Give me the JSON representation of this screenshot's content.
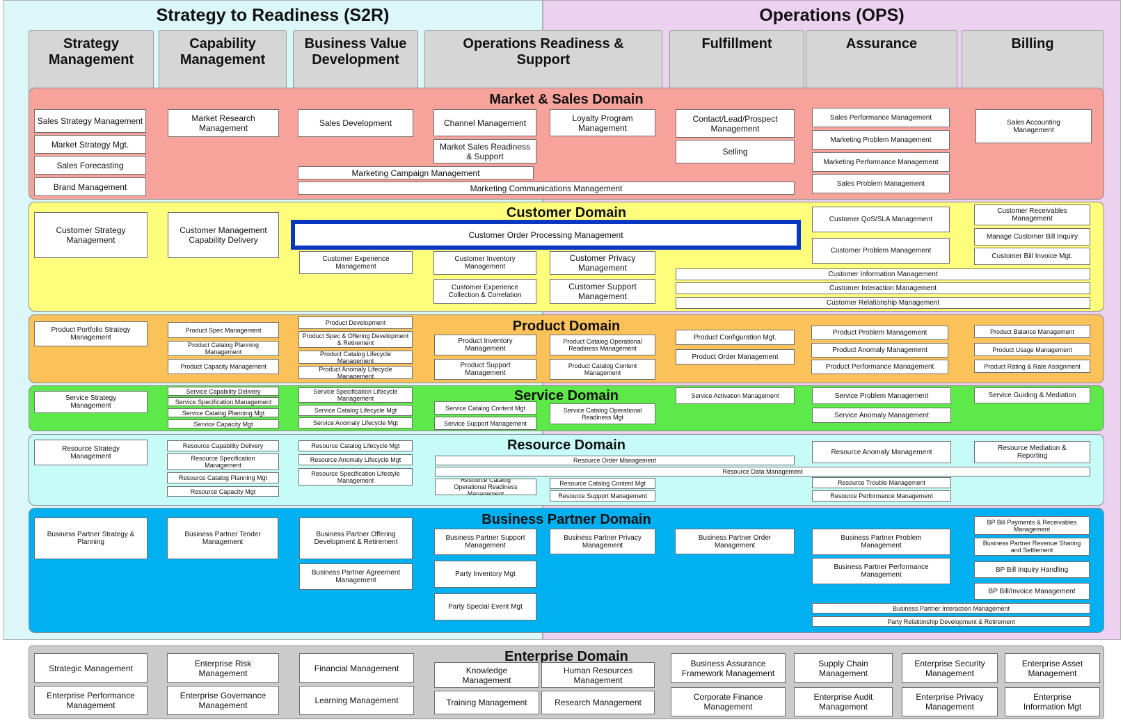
{
  "headers": {
    "s2r": "Strategy to Readiness (S2R)",
    "ops": "Operations (OPS)"
  },
  "columns": [
    "Strategy Management",
    "Capability Management",
    "Business Value Development",
    "Operations Readiness & Support",
    "Fulfillment",
    "Assurance",
    "Billing"
  ],
  "domains": [
    {
      "title": "Market & Sales Domain",
      "color": "#f7a39b"
    },
    {
      "title": "Customer Domain",
      "color": "#fefe7c"
    },
    {
      "title": "Product Domain",
      "color": "#fbc25a"
    },
    {
      "title": "Service Domain",
      "color": "#5ee94a"
    },
    {
      "title": "Resource Domain",
      "color": "#c6fbf8"
    },
    {
      "title": "Business Partner Domain",
      "color": "#00b0f0"
    },
    {
      "title": "Enterprise Domain",
      "color": "#cbcbcb"
    }
  ],
  "boxes": [
    "Sales Strategy Management",
    "Market Strategy Mgt.",
    "Sales Forecasting",
    "Brand Management",
    "Market Research Management",
    "Sales Development",
    "Channel Management",
    "Market Sales Readiness & Support",
    "Loyalty Program Management",
    "Marketing Campaign Management",
    "Marketing Communications Management",
    "Contact/Lead/Prospect Management",
    "Selling",
    "Sales Performance Management",
    "Marketing Problem Management",
    "Marketing Performance Management",
    "Sales Problem Management",
    "Sales Accounting Management",
    "Customer Strategy Management",
    "Customer Management Capability Delivery",
    "Customer Order Processing Management",
    "Customer Experience Management",
    "Customer Inventory Management",
    "Customer Privacy Management",
    "Customer Experience Collection & Correlation",
    "Customer Support Management",
    "Customer QoS/SLA Management",
    "Customer Problem Management",
    "Customer Receivables Management",
    "Manage Customer Bill Inquiry",
    "Customer Bill Invoice Mgt.",
    "Customer Information Management",
    "Customer Interaction Management",
    "Customer Relationship Management",
    "Product Portfolio Strategy Management",
    "Product Spec Management",
    "Product Catalog Planning Management",
    "Product Capacity Management",
    "Product Development",
    "Product Spec & Offering Development & Retirement",
    "Product Catalog Lifecycle Management",
    "Product Anomaly Lifecycle Management",
    "Product Inventory Management",
    "Product Support Management",
    "Product Catalog Operational Readiness Management",
    "Product Catalog Content Management",
    "Product Configuration Mgt.",
    "Product Order Management",
    "Product Problem Management",
    "Product Anomaly Management",
    "Product Performance Management",
    "Product Balance Management",
    "Product Usage Management",
    "Product Rating & Rate Assignment",
    "Service Strategy Management",
    "Service Capability Delivery",
    "Service Specification Management",
    "Service Catalog Planning Mgt",
    "Service Capacity Mgt",
    "Service Specification Lifecycle Management",
    "Service Catalog Lifecycle Mgt",
    "Service Anomaly Lifecycle Mgt",
    "Service Catalog Content Mgt",
    "Service Support Management",
    "Service Catalog Operational Readiness Mgt",
    "Service Activation Management",
    "Service Problem Management",
    "Service Anomaly Management",
    "Service Guiding & Mediation",
    "Resource Strategy Management",
    "Resource Capability Delivery",
    "Resource Specification Management",
    "Resource Catalog Planning Mgt",
    "Resource Capacity Mgt",
    "Resource Catalog Lifecycle Mgt",
    "Resource Anomaly Lifecycle Mgt",
    "Resource Specification Lifestyle Management",
    "Resource Order Management",
    "Resource Data Management",
    "Resource Catalog Operational Readiness Management",
    "Resource Catalog Content Mgt",
    "Resource Support Management",
    "Resource Anomaly Management",
    "Resource Trouble Management",
    "Resource Performance Management",
    "Resource Mediation & Reporting",
    "Business Partner Strategy & Planning",
    "Business Partner Tender Management",
    "Business Partner Offering Development & Retirement",
    "Business Partner Agreement Management",
    "Business Partner Support Management",
    "Party Inventory Mgt",
    "Party Special Event Mgt",
    "Business Partner Privacy Management",
    "Business Partner Order Management",
    "Business Partner Problem Management",
    "Business Partner Performance Management",
    "BP Bill Payments & Receivables Management",
    "Business Partner Revenue Sharing and Settlement",
    "BP Bill Inquiry Handling",
    "BP Bill/Invoice Management",
    "Business Partner Interaction Management",
    "Party Relationship Development & Retirement",
    "Strategic Management",
    "Enterprise Performance Management",
    "Enterprise Risk Management",
    "Enterprise Governance Management",
    "Financial Management",
    "Learning Management",
    "Knowledge Management",
    "Human Resources Management",
    "Training Management",
    "Research Management",
    "Business Assurance Framework Management",
    "Corporate Finance Management",
    "Supply Chain Management",
    "Enterprise Audit Management",
    "Enterprise Security Management",
    "Enterprise Privacy Management",
    "Enterprise Asset Management",
    "Enterprise Information Mgt"
  ]
}
